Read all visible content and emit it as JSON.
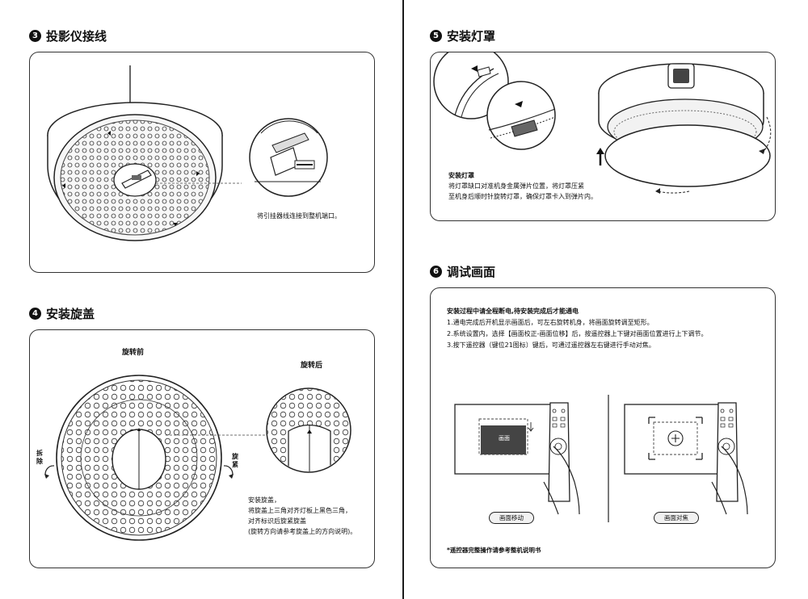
{
  "sections": {
    "s3": {
      "num": "3",
      "title": "投影仪接线",
      "caption": "将引挂器线连接到整机端口。"
    },
    "s4": {
      "num": "4",
      "title": "安装旋盖",
      "before_label": "旋转前",
      "after_label": "旋转后",
      "remove_label": "拆除",
      "tighten_label": "旋紧",
      "caption_lines": [
        "安装旋盖，",
        "将旋盖上三角对齐灯板上黑色三角，",
        "对齐标识后旋紧旋盖",
        "(旋转方向请参考旋盖上的方向说明)。"
      ]
    },
    "s5": {
      "num": "5",
      "title": "安装灯罩",
      "heading": "安装灯罩",
      "lines": [
        "将灯罩缺口对准机身金属弹片位置，将灯罩压紧",
        "至机身后顺时针旋转灯罩，确保灯罩卡入到弹片内。"
      ]
    },
    "s6": {
      "num": "6",
      "title": "调试画面",
      "heading": "安装过程中请全程断电,待安装完成后才能通电",
      "lines": [
        "1.通电完成后开机显示画面后，可左右旋转机身，将画面旋转调至矩形。",
        "2.系统设置内，选择【画面校正-画面位移】后，按遥控器上下键对画面位置进行上下调节。",
        "3.按下遥控器（键位21图标）键后，可通过遥控器左右键进行手动对焦。"
      ],
      "screen_label": "画面",
      "pill_move": "画面移动",
      "pill_focus": "画面对焦",
      "footnote": "*遥控器完整操作请参考整机说明书"
    }
  }
}
